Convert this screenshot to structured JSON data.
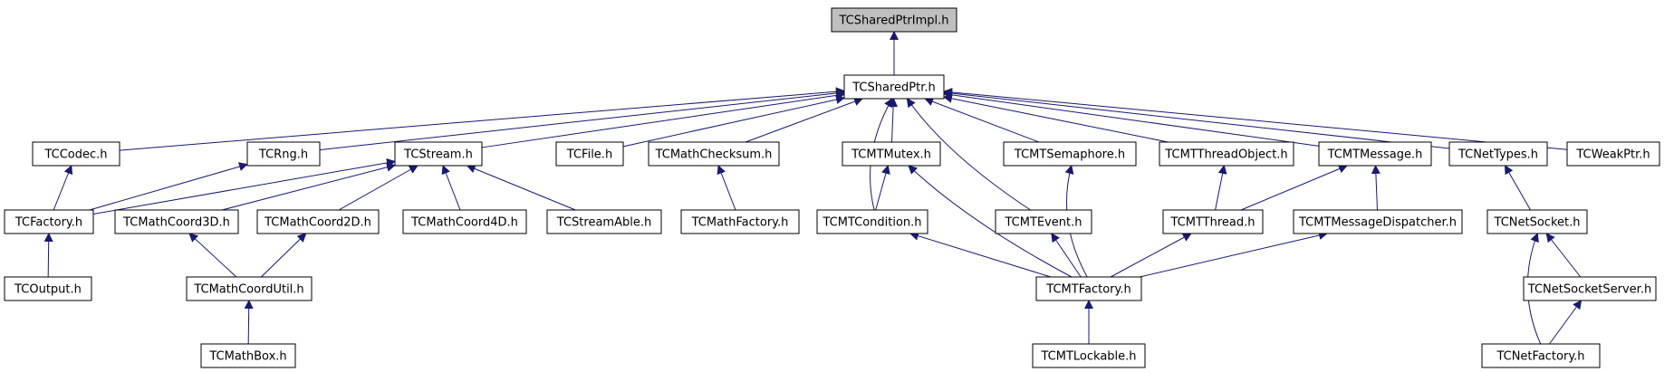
{
  "colors": {
    "edge": "#191970",
    "node_border": "#000000",
    "node_fill": "#ffffff",
    "root_fill": "#bfbfbf"
  },
  "nodes": [
    {
      "id": "sharedptrimpl",
      "label": "TCSharedPtrImpl.h",
      "root": true
    },
    {
      "id": "sharedptr",
      "label": "TCSharedPtr.h"
    },
    {
      "id": "codec",
      "label": "TCCodec.h"
    },
    {
      "id": "rng",
      "label": "TCRng.h"
    },
    {
      "id": "stream",
      "label": "TCStream.h"
    },
    {
      "id": "file",
      "label": "TCFile.h"
    },
    {
      "id": "mathchecksum",
      "label": "TCMathChecksum.h"
    },
    {
      "id": "mtmutex",
      "label": "TCMTMutex.h"
    },
    {
      "id": "mtsemaphore",
      "label": "TCMTSemaphore.h"
    },
    {
      "id": "mtthreadobject",
      "label": "TCMTThreadObject.h"
    },
    {
      "id": "mtmessage",
      "label": "TCMTMessage.h"
    },
    {
      "id": "nettypes",
      "label": "TCNetTypes.h"
    },
    {
      "id": "weakptr",
      "label": "TCWeakPtr.h"
    },
    {
      "id": "factory",
      "label": "TCFactory.h"
    },
    {
      "id": "mathcoord3d",
      "label": "TCMathCoord3D.h"
    },
    {
      "id": "mathcoord2d",
      "label": "TCMathCoord2D.h"
    },
    {
      "id": "mathcoord4d",
      "label": "TCMathCoord4D.h"
    },
    {
      "id": "streamable",
      "label": "TCStreamAble.h"
    },
    {
      "id": "mathfactory",
      "label": "TCMathFactory.h"
    },
    {
      "id": "mtcondition",
      "label": "TCMTCondition.h"
    },
    {
      "id": "mtevent",
      "label": "TCMTEvent.h"
    },
    {
      "id": "mtthread",
      "label": "TCMTThread.h"
    },
    {
      "id": "mtmessagedispatcher",
      "label": "TCMTMessageDispatcher.h"
    },
    {
      "id": "netsocket",
      "label": "TCNetSocket.h"
    },
    {
      "id": "output",
      "label": "TCOutput.h"
    },
    {
      "id": "mathcoordutil",
      "label": "TCMathCoordUtil.h"
    },
    {
      "id": "mtfactory",
      "label": "TCMTFactory.h"
    },
    {
      "id": "netsocketserver",
      "label": "TCNetSocketServer.h"
    },
    {
      "id": "mathbox",
      "label": "TCMathBox.h"
    },
    {
      "id": "mtlockable",
      "label": "TCMTLockable.h"
    },
    {
      "id": "netfactory",
      "label": "TCNetFactory.h"
    }
  ],
  "edges": [
    [
      "sharedptr",
      "sharedptrimpl"
    ],
    [
      "codec",
      "sharedptr"
    ],
    [
      "rng",
      "sharedptr"
    ],
    [
      "stream",
      "sharedptr"
    ],
    [
      "file",
      "sharedptr"
    ],
    [
      "mathchecksum",
      "sharedptr"
    ],
    [
      "mtmutex",
      "sharedptr"
    ],
    [
      "mtsemaphore",
      "sharedptr"
    ],
    [
      "mtthreadobject",
      "sharedptr"
    ],
    [
      "mtmessage",
      "sharedptr"
    ],
    [
      "nettypes",
      "sharedptr"
    ],
    [
      "weakptr",
      "sharedptr"
    ],
    [
      "mtcondition",
      "sharedptr"
    ],
    [
      "mtevent",
      "sharedptr"
    ],
    [
      "factory",
      "codec"
    ],
    [
      "factory",
      "rng"
    ],
    [
      "factory",
      "stream"
    ],
    [
      "mathcoord3d",
      "stream"
    ],
    [
      "mathcoord2d",
      "stream"
    ],
    [
      "mathcoord4d",
      "stream"
    ],
    [
      "streamable",
      "stream"
    ],
    [
      "mathfactory",
      "mathchecksum"
    ],
    [
      "mtcondition",
      "mtmutex"
    ],
    [
      "mtfactory",
      "mtmutex"
    ],
    [
      "mtfactory",
      "mtsemaphore"
    ],
    [
      "mtthread",
      "mtthreadobject"
    ],
    [
      "mtthread",
      "mtmessage"
    ],
    [
      "mtmessagedispatcher",
      "mtmessage"
    ],
    [
      "netsocket",
      "nettypes"
    ],
    [
      "output",
      "factory"
    ],
    [
      "mathcoordutil",
      "mathcoord3d"
    ],
    [
      "mathcoordutil",
      "mathcoord2d"
    ],
    [
      "mtfactory",
      "mtcondition"
    ],
    [
      "mtfactory",
      "mtevent"
    ],
    [
      "mtfactory",
      "mtthread"
    ],
    [
      "mtfactory",
      "mtmessagedispatcher"
    ],
    [
      "netsocketserver",
      "netsocket"
    ],
    [
      "netfactory",
      "netsocket"
    ],
    [
      "netfactory",
      "netsocketserver"
    ],
    [
      "mathbox",
      "mathcoordutil"
    ],
    [
      "mtlockable",
      "mtfactory"
    ]
  ]
}
